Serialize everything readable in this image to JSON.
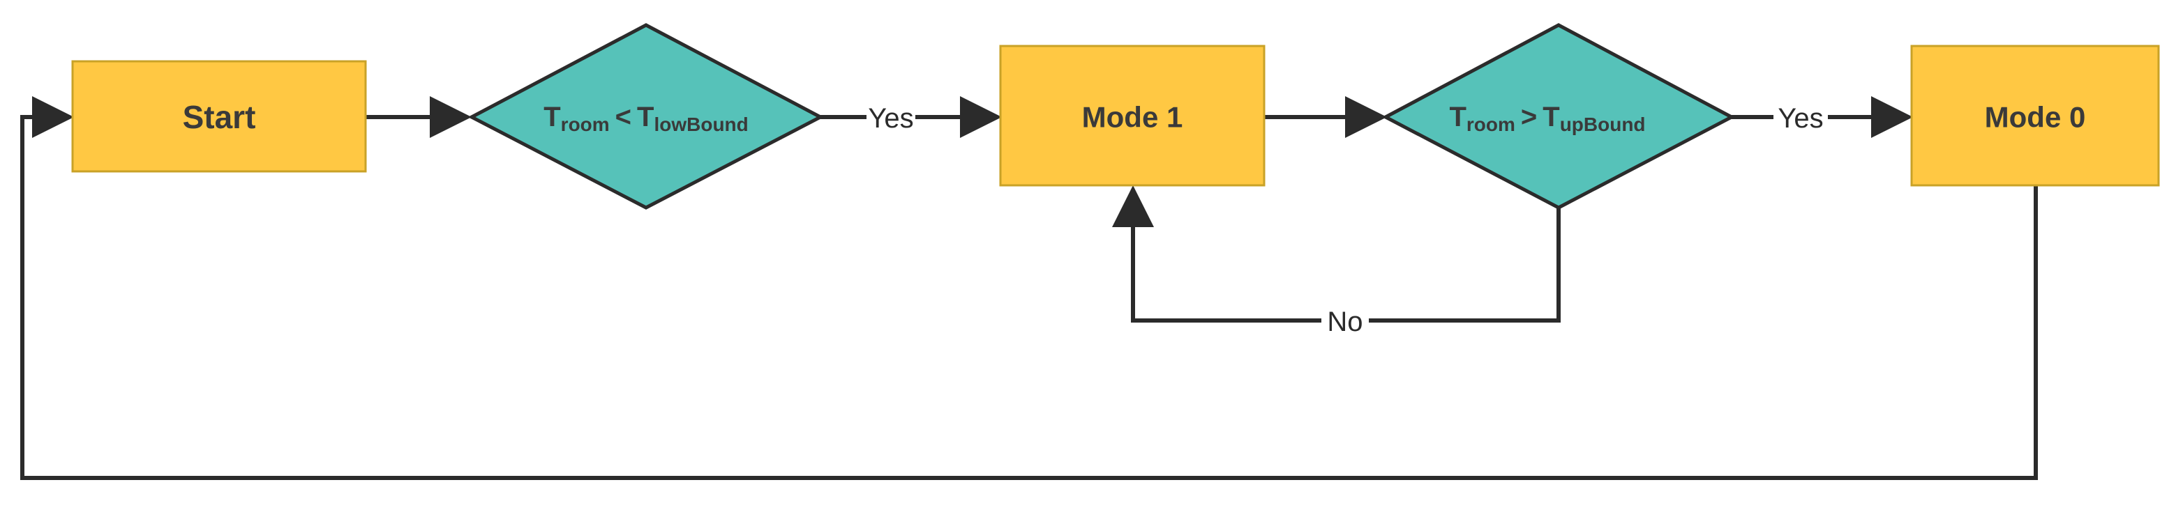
{
  "colors": {
    "process_fill": "#FFC843",
    "process_stroke": "#C9A227",
    "decision_fill": "#56C2B9",
    "decision_stroke": "#2b2b2b",
    "line": "#2b2b2b",
    "text": "#3a3a3a"
  },
  "nodes": {
    "start": {
      "label": "Start"
    },
    "decision1": {
      "base_left": "T",
      "sub_left": "room",
      "operator": "<",
      "base_right": "T",
      "sub_right": "lowBound"
    },
    "mode1": {
      "label": "Mode 1"
    },
    "decision2": {
      "base_left": "T",
      "sub_left": "room",
      "operator": ">",
      "base_right": "T",
      "sub_right": "upBound"
    },
    "mode0": {
      "label": "Mode 0"
    }
  },
  "edges": {
    "decision1_yes": "Yes",
    "decision2_yes": "Yes",
    "decision2_no": "No"
  }
}
